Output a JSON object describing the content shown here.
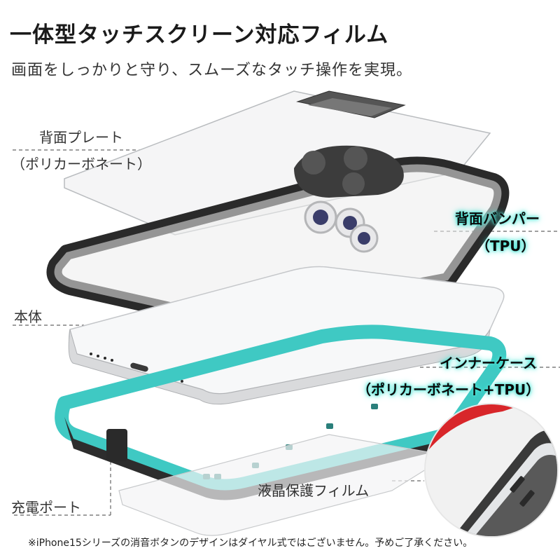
{
  "header": {
    "title": "一体型タッチスクリーン対応フィルム",
    "subtitle": "画面をしっかりと守り、スムーズなタッチ操作を実現。"
  },
  "labels": {
    "back_plate_line1": "背面プレート",
    "back_plate_line2": "（ポリカーボネート）",
    "back_bumper_line1": "背面バンパー",
    "back_bumper_line2": "（TPU）",
    "body": "本体",
    "inner_case_line1": "インナーケース",
    "inner_case_line2": "（ポリカーボネート+TPU）",
    "lcd_film": "液晶保護フィルム",
    "charge_port": "充電ポート"
  },
  "footnote": "※iPhone15シリーズの消音ボタンのデザインはダイヤル式ではございません。予めご了承ください。",
  "colors": {
    "accent_teal": "#3fc9c3",
    "bumper_black": "#2a2a2a",
    "phone_silver": "#d9dadc",
    "inset_red": "#d8262a"
  }
}
